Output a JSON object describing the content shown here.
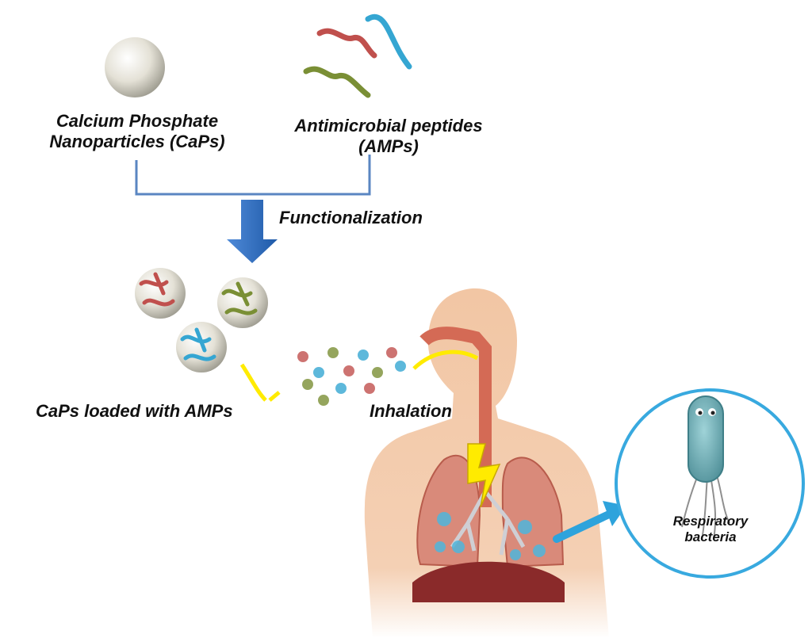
{
  "labels": {
    "capsLine1": "Calcium Phosphate",
    "capsLine2": "Nanoparticles (CaPs)",
    "ampsLine1": "Antimicrobial peptides",
    "ampsLine2": "(AMPs)",
    "functionalization": "Functionalization",
    "loaded": "CaPs loaded with AMPs",
    "inhalation": "Inhalation",
    "bacteriaLine1": "Respiratory",
    "bacteriaLine2": "bacteria"
  },
  "colors": {
    "peptide_red": "#c0504d",
    "peptide_green": "#7a8f35",
    "peptide_blue": "#35a6d2",
    "bracket": "#5a86c2",
    "arrow_blue": "#2e6fc1",
    "skin": "#f2c6a4",
    "lung": "#d98a7a",
    "diaphragm": "#8a2a2a",
    "highlight_yellow": "#ffeb00",
    "pointer_blue": "#2ea3dc"
  }
}
